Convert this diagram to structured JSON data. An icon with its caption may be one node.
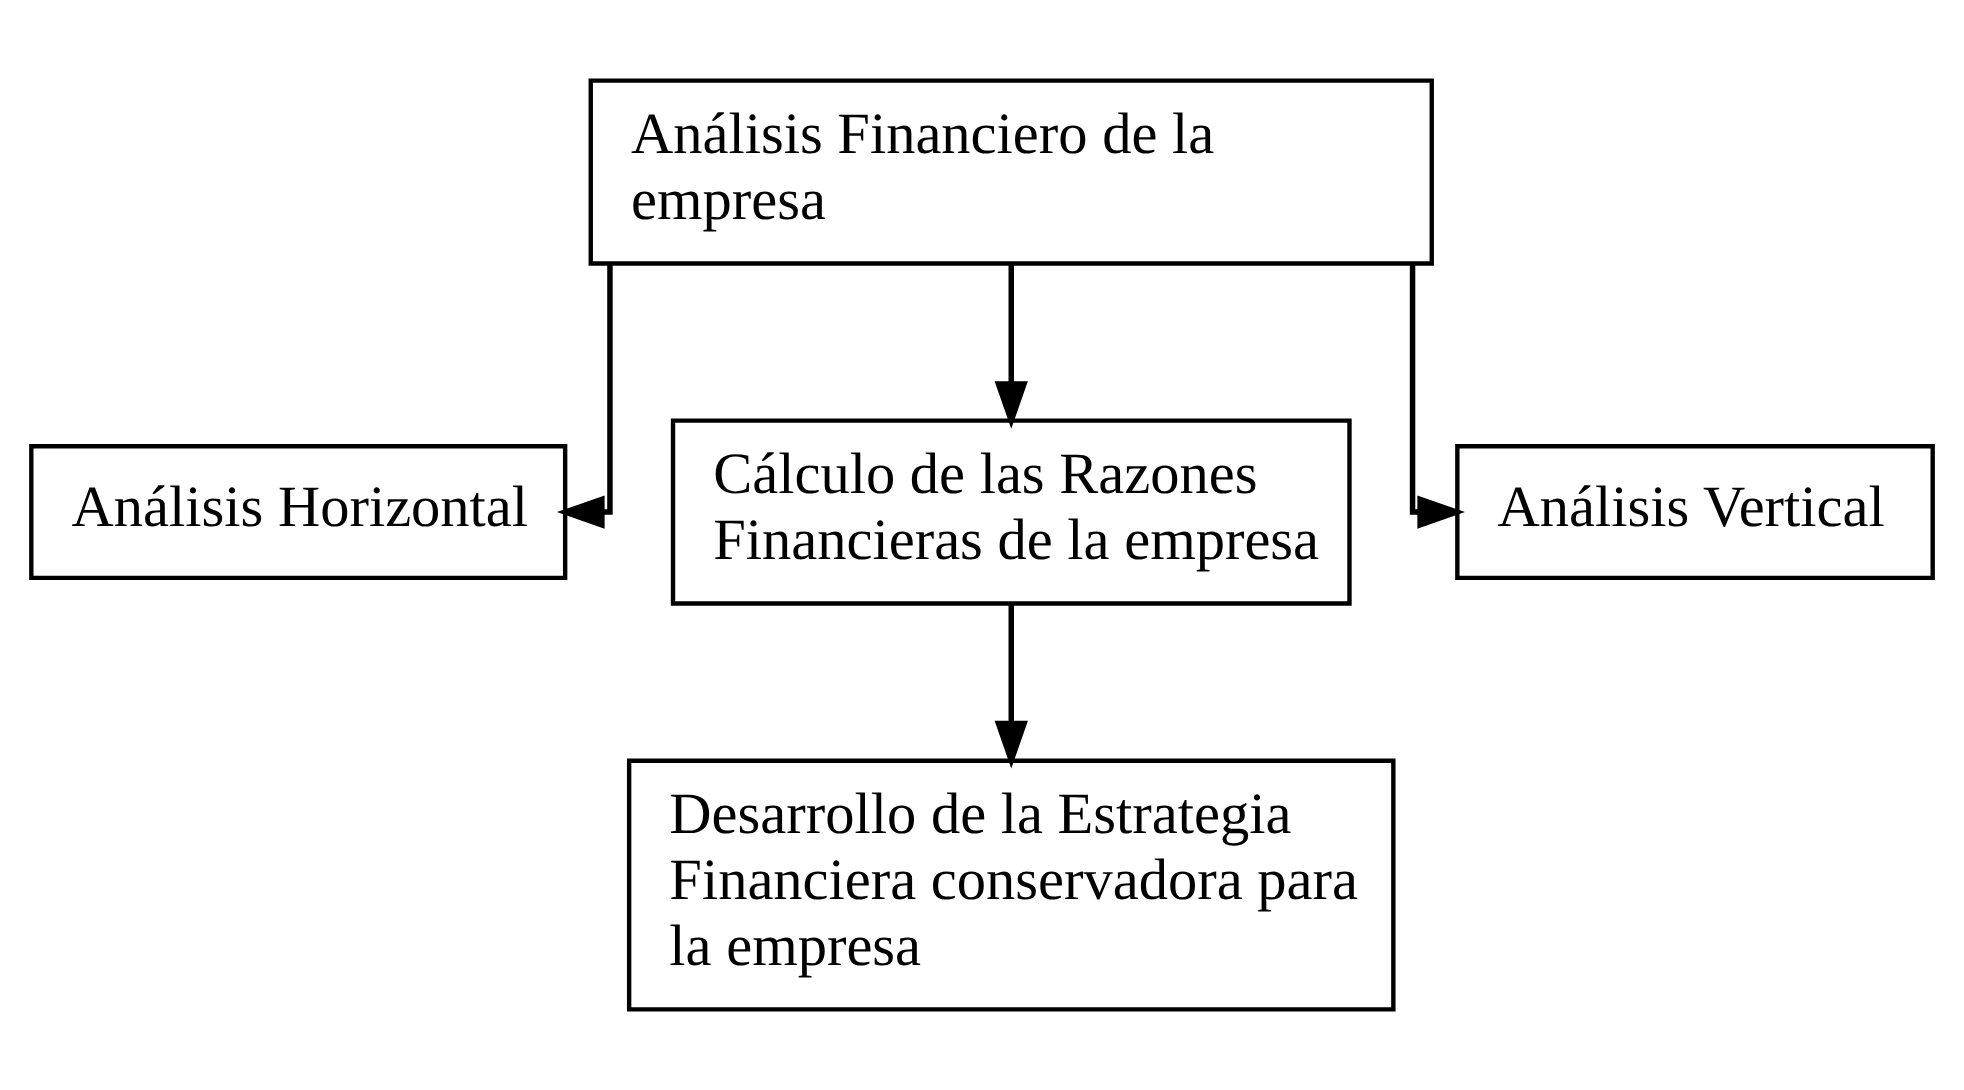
{
  "diagram": {
    "nodes": [
      {
        "text": [
          "Análisis Financiero de la empresa"
        ]
      },
      {
        "text": [
          "Análisis Horizontal"
        ]
      },
      {
        "text": [
          "Cálculo de las Razones Financieras de la empresa"
        ]
      },
      {
        "text": [
          "Análisis Vertical"
        ]
      },
      {
        "text": [
          "Desarrollo de la Estrategia Financiera conservadora para la empresa"
        ]
      }
    ],
    "edges": [
      {
        "from": 0,
        "to": 1,
        "arrow": "to"
      },
      {
        "from": 0,
        "to": 2,
        "arrow": "to"
      },
      {
        "from": 0,
        "to": 3,
        "arrow": "to"
      },
      {
        "from": 2,
        "to": 4,
        "arrow": "to"
      }
    ]
  }
}
